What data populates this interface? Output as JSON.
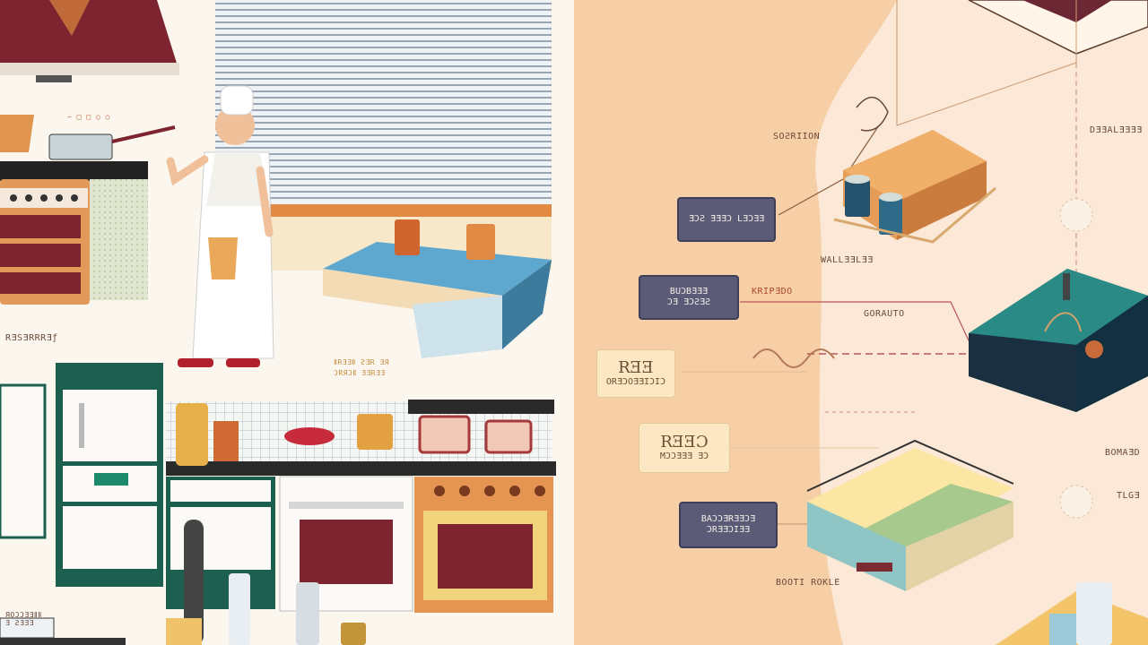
{
  "left_scene": {
    "label_range_hood": "~ □ □ ○ ○",
    "label_stove_section": "RƎSƎRRRƎƒ",
    "label_chef_caption_line1": "ⅡRƎƎⅡ ƧƎR ƎЯ",
    "label_chef_caption_line2": "ƆRЯƆⅡ ƎƎRƎƎ",
    "label_bottom_left": "ЯOƆƆƎƎⅡⅡ\nƎ ƧƎƎƎ"
  },
  "diagram": {
    "labels": {
      "soration": "SOƧRIION",
      "dealers": "DƎƎALƎƎƎƎ",
      "wall_label": "WALLƎƎLƎƎ",
      "kitchen": "KRIPƎDO",
      "gorauto": "GORAUTO",
      "bomaao": "BOMAƎD",
      "tlge": "TLGƎ",
      "bottom": "BOOTI ROKLE"
    },
    "tags": [
      {
        "line1": "ƎƆƧ ƎƎƎƆ LƎƆƎƎ",
        "line2": ""
      },
      {
        "line1": "BUƆBƎƎƎ",
        "line2": "ƆƎ ƎƆƧƎƧ"
      },
      {
        "line1": "RƎƎ",
        "line2": "ORƎƆOƎƎIƆIƆ"
      },
      {
        "line1": "RƎƎƆ",
        "line2": "MƆƆƎƎƎ ƎƆ"
      },
      {
        "line1": "BAƆƆƎRƎƎƆƎ",
        "line2": "ƆRƎƎƆIƎƎ"
      }
    ]
  },
  "colors": {
    "diagram_bg": "#f6cfa6",
    "maroon": "#7e2430",
    "orange": "#e09451",
    "teal": "#1f6b6b",
    "slate_tag": "#5b5b78"
  }
}
